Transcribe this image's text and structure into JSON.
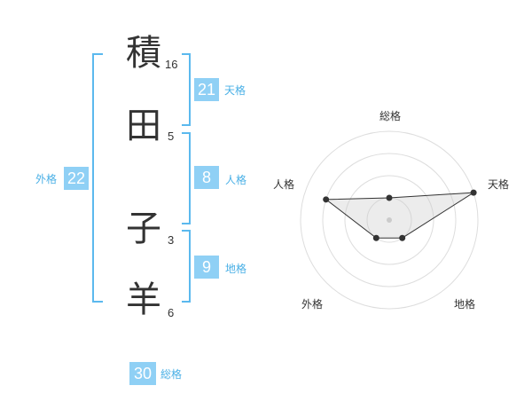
{
  "name": {
    "characters": [
      {
        "char": "積",
        "strokes": "16"
      },
      {
        "char": "田",
        "strokes": "5"
      },
      {
        "char": "子",
        "strokes": "3"
      },
      {
        "char": "羊",
        "strokes": "6"
      }
    ]
  },
  "fortune": {
    "tenkaku": {
      "value": "21",
      "label": "天格"
    },
    "jinkaku": {
      "value": "8",
      "label": "人格"
    },
    "chikaku": {
      "value": "9",
      "label": "地格"
    },
    "gaikaku": {
      "value": "22",
      "label": "外格"
    },
    "soukaku": {
      "value": "30",
      "label": "総格"
    }
  },
  "colors": {
    "accent": "#8fd0f5",
    "bracket": "#5bb9ee",
    "label": "#4ab0e6"
  },
  "chart_data": {
    "type": "radar",
    "axes": [
      "総格",
      "天格",
      "地格",
      "外格",
      "人格"
    ],
    "values": [
      1,
      4,
      1,
      1,
      3
    ],
    "max": 4,
    "rings": 4,
    "grid": true
  }
}
